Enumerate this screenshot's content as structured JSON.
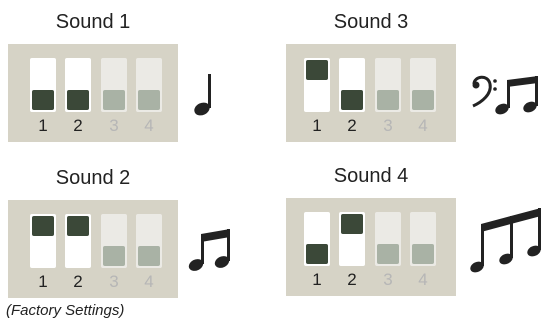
{
  "sounds": [
    {
      "title": "Sound 1",
      "switches": [
        {
          "label": "1",
          "position": "down",
          "active": true
        },
        {
          "label": "2",
          "position": "down",
          "active": true
        },
        {
          "label": "3",
          "position": "down",
          "active": false
        },
        {
          "label": "4",
          "position": "down",
          "active": false
        }
      ],
      "note_icon": "quarter-note-icon"
    },
    {
      "title": "Sound 2",
      "switches": [
        {
          "label": "1",
          "position": "up",
          "active": true
        },
        {
          "label": "2",
          "position": "up",
          "active": true
        },
        {
          "label": "3",
          "position": "down",
          "active": false
        },
        {
          "label": "4",
          "position": "down",
          "active": false
        }
      ],
      "note_icon": "eighth-notes-icon"
    },
    {
      "title": "Sound 3",
      "switches": [
        {
          "label": "1",
          "position": "up",
          "active": true
        },
        {
          "label": "2",
          "position": "down",
          "active": true
        },
        {
          "label": "3",
          "position": "down",
          "active": false
        },
        {
          "label": "4",
          "position": "down",
          "active": false
        }
      ],
      "note_icon": "bass-clef-eighth-notes-icon"
    },
    {
      "title": "Sound 4",
      "switches": [
        {
          "label": "1",
          "position": "down",
          "active": true
        },
        {
          "label": "2",
          "position": "up",
          "active": true
        },
        {
          "label": "3",
          "position": "down",
          "active": false
        },
        {
          "label": "4",
          "position": "down",
          "active": false
        }
      ],
      "note_icon": "triplet-notes-icon"
    }
  ],
  "footnote": "(Factory Settings)",
  "colors": {
    "panel": "#d6d3c6",
    "knob_active": "#3b4838",
    "knob_inactive": "#a9b2a5",
    "label_inactive": "#b6b6b6"
  }
}
